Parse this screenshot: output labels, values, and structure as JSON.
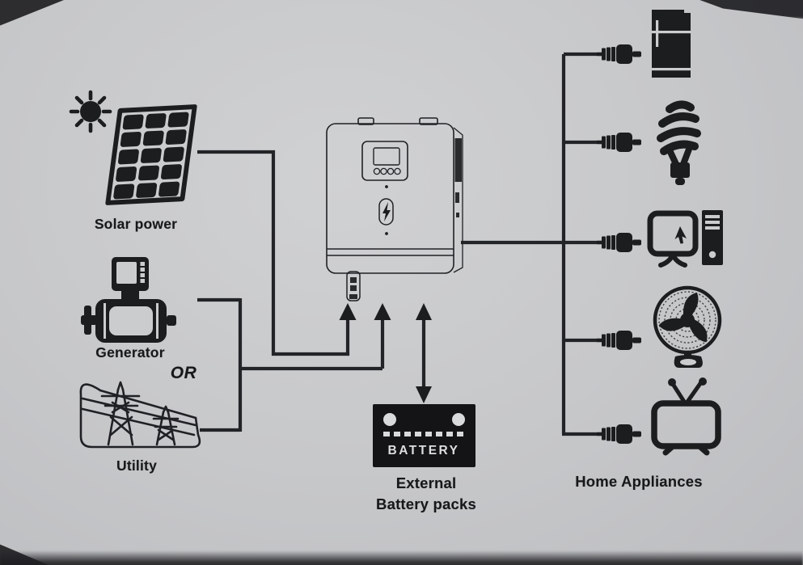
{
  "meta": {
    "description": "Printed diagram of a hybrid solar inverter system",
    "background_color": "#c7c8ca",
    "ink_color": "#1c1d1f",
    "battery_fill_color": "#141416",
    "battery_text_color": "#dcdee0"
  },
  "labels": {
    "solar": "Solar power",
    "generator": "Generator",
    "or": "OR",
    "utility": "Utility",
    "battery_box": "BATTERY",
    "battery_caption_line1": "External",
    "battery_caption_line2": "Battery packs",
    "appliances": "Home Appliances"
  },
  "icons": [
    "sun-icon",
    "solar-panel-icon",
    "generator-icon",
    "utility-towers-icon",
    "inverter-unit-icon",
    "battery-icon",
    "power-plug-icon",
    "refrigerator-icon",
    "cfl-bulb-icon",
    "desktop-computer-icon",
    "table-fan-icon",
    "television-icon",
    "up-arrow-icon",
    "double-arrow-icon"
  ]
}
